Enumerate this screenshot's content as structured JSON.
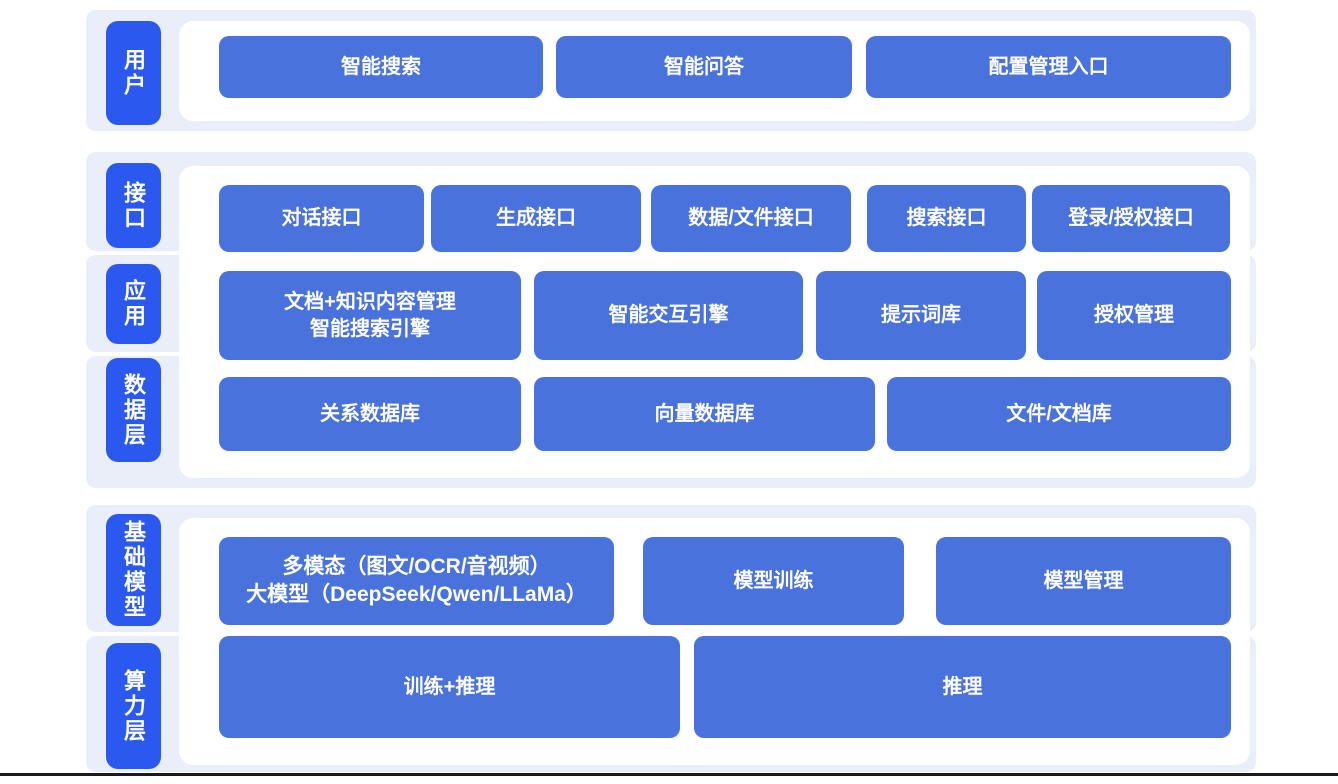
{
  "colors": {
    "pill": "#2b58ee",
    "node": "#4a72dc",
    "band": "#e9eef8",
    "panel": "#ffffff",
    "nodetext": "#ffffff",
    "rule": "#1a1a1a"
  },
  "layers": {
    "user": "用户",
    "interface": "接口",
    "application": "应用",
    "data": "数据层",
    "base_model": "基础模型",
    "compute": "算力层"
  },
  "user_layer": {
    "smart_search": "智能搜索",
    "smart_qa": "智能问答",
    "config_entry": "配置管理入口"
  },
  "interface_layer": {
    "dialog_api": "对话接口",
    "generation_api": "生成接口",
    "data_file_api": "数据/文件接口",
    "search_api": "搜索接口",
    "login_auth_api": "登录/授权接口"
  },
  "application_layer": {
    "doc_knowledge_line1": "文档+知识内容管理",
    "doc_knowledge_line2": "智能搜索引擎",
    "interaction_engine": "智能交互引擎",
    "prompt_library": "提示词库",
    "auth_management": "授权管理"
  },
  "data_layer": {
    "relational_db": "关系数据库",
    "vector_db": "向量数据库",
    "file_doc_store": "文件/文档库"
  },
  "base_model_layer": {
    "multimodal_line1": "多模态（图文/OCR/音视频）",
    "multimodal_line2": "大模型（DeepSeek/Qwen/LLaMa）",
    "model_training": "模型训练",
    "model_management": "模型管理"
  },
  "compute_layer": {
    "train_inference": "训练+推理",
    "inference": "推理"
  }
}
